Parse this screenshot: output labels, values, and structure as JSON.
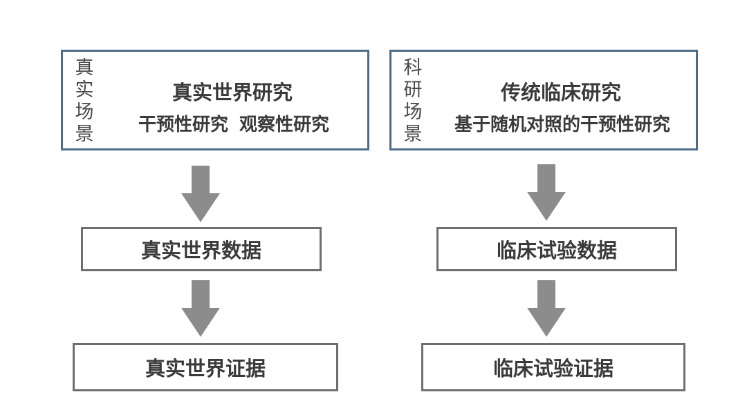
{
  "left_scene": {
    "side_label": [
      "真",
      "实",
      "场",
      "景"
    ],
    "title": "真实世界研究",
    "subtitle_parts": [
      "干预性研究",
      "观察性研究"
    ]
  },
  "right_scene": {
    "side_label": [
      "科",
      "研",
      "场",
      "景"
    ],
    "title": "传统临床研究",
    "subtitle": "基于随机对照的干预性研究"
  },
  "left_flow": {
    "data_label": "真实世界数据",
    "evidence_label": "真实世界证据"
  },
  "right_flow": {
    "data_label": "临床试验数据",
    "evidence_label": "临床试验证据"
  },
  "colors": {
    "scene_border": "#4d6b86",
    "flow_border": "#6e6e6e",
    "arrow_fill": "#8c8c8c",
    "text": "#3a3a3a"
  }
}
